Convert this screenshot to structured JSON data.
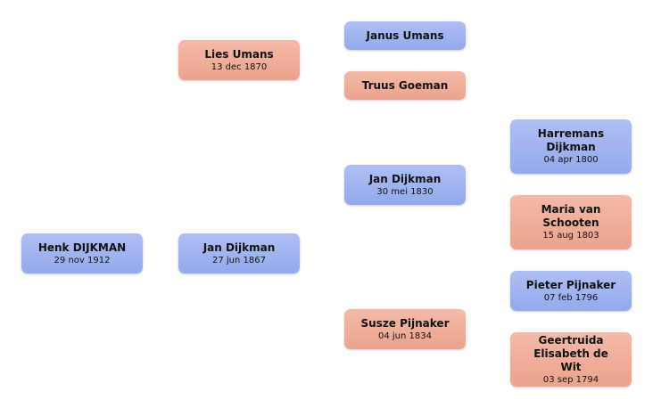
{
  "colors": {
    "male": "#9fb3ef",
    "female": "#f0ae9a",
    "background": "#ffffff"
  },
  "people": {
    "root": {
      "name": "Henk DIJKMAN",
      "date": "29 nov 1912",
      "gender": "male"
    },
    "mother": {
      "name": "Lies Umans",
      "date": "13 dec 1870",
      "gender": "female"
    },
    "father": {
      "name": "Jan Dijkman",
      "date": "27 jun 1867",
      "gender": "male"
    },
    "mgf": {
      "name": "Janus Umans",
      "date": "",
      "gender": "male"
    },
    "mgm": {
      "name": "Truus Goeman",
      "date": "",
      "gender": "female"
    },
    "pgf": {
      "name": "Jan Dijkman",
      "date": "30 mei 1830",
      "gender": "male"
    },
    "pgm": {
      "name": "Susze Pijnaker",
      "date": "04 jun 1834",
      "gender": "female"
    },
    "pgf_f": {
      "name": "Harremans Dijkman",
      "date": "04 apr 1800",
      "gender": "male"
    },
    "pgf_m": {
      "name": "Maria van Schooten",
      "date": "15 aug 1803",
      "gender": "female"
    },
    "pgm_f": {
      "name": "Pieter Pijnaker",
      "date": "07 feb 1796",
      "gender": "male"
    },
    "pgm_m": {
      "name": "Geertruida Elisabeth de Wit",
      "date": "03 sep 1794",
      "gender": "female"
    }
  }
}
